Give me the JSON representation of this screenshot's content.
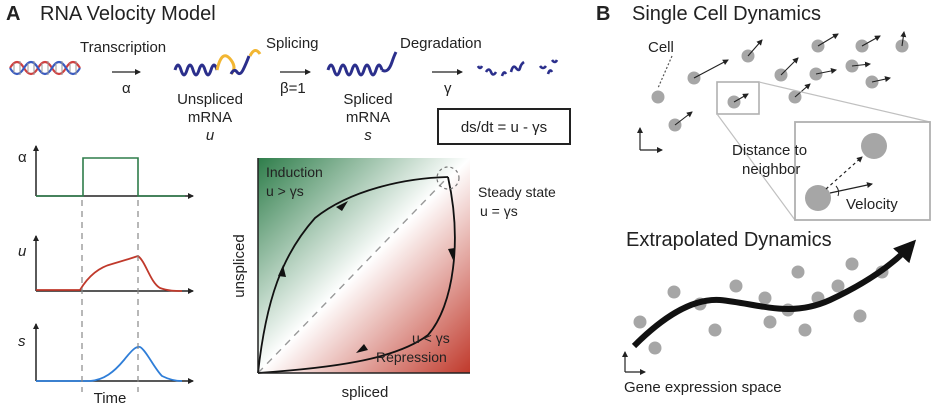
{
  "panel_a": {
    "letter": "A",
    "title": "RNA Velocity Model",
    "steps": {
      "transcription": "Transcription",
      "alpha": "α",
      "splicing": "Splicing",
      "beta": "β=1",
      "degradation": "Degradation",
      "gamma": "γ"
    },
    "unspliced": {
      "line1": "Unspliced",
      "line2": "mRNA",
      "symbol": "u"
    },
    "spliced": {
      "line1": "Spliced",
      "line2": "mRNA",
      "symbol": "s"
    },
    "equation": "ds/dt = u - γs",
    "time_plots": {
      "alpha_label": "α",
      "u_label": "u",
      "s_label": "s",
      "xlabel": "Time"
    },
    "phase_plot": {
      "induction_title": "Induction",
      "induction_cond": "u > γs",
      "steady_title": "Steady state",
      "steady_cond": "u = γs",
      "repression_cond": "u < γs",
      "repression_title": "Repression",
      "ylabel": "unspliced",
      "xlabel": "spliced"
    }
  },
  "panel_b": {
    "letter": "B",
    "title": "Single Cell Dynamics",
    "cell_label": "Cell",
    "distance_label_1": "Distance to",
    "distance_label_2": "neighbor",
    "velocity_label": "Velocity",
    "extrapolated_title": "Extrapolated Dynamics",
    "space_label": "Gene expression space"
  },
  "colors": {
    "induction": "#2e7d4a",
    "repression": "#c0392b",
    "u_curve": "#c0392b",
    "s_curve": "#2f7ed8",
    "pulse": "#2e7d4a",
    "cell": "#a6a6a6",
    "dna_red": "#d04040",
    "dna_blue": "#3a5bc0",
    "mrna": "#2b2f8c",
    "exon_yellow": "#f2b632"
  }
}
